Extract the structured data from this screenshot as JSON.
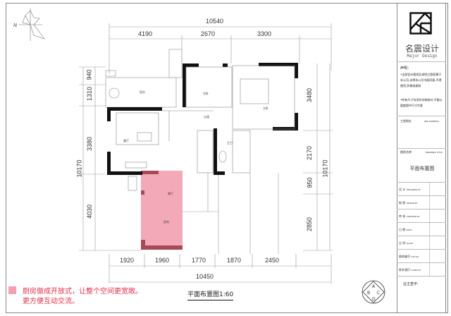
{
  "plan": {
    "dimensions_top": {
      "total": "10540",
      "segments": [
        "4190",
        "2670",
        "3300"
      ]
    },
    "dimensions_bottom": {
      "total": "10450",
      "segments": [
        "1920",
        "1960",
        "1770",
        "1870",
        "2450"
      ]
    },
    "dimensions_left": {
      "total": "10170",
      "segments": [
        "940",
        "1310",
        "3380",
        "4030"
      ]
    },
    "dimensions_right": {
      "total": "10170",
      "segments": [
        "3480",
        "2170",
        "950",
        "2850"
      ]
    },
    "rooms": {
      "balcony": "阳台",
      "second_bedroom": "次卧",
      "master_bedroom": "主卧",
      "corridor": "过道",
      "living_room": "客厅",
      "master_bath": "主卫",
      "dining": "餐厅",
      "kitchen": "厨房"
    },
    "compass_label": "N",
    "title": "平面布置图1:60",
    "highlight_color": "#f2a0b0"
  },
  "legend": {
    "line1": "厨房做成开放式，让整个空间更宽敞。",
    "line2": "更方便互动交流。",
    "swatch_color": "#f2a0b0",
    "text_color": "#e0304a"
  },
  "title_block": {
    "brand_cn": "名震设计",
    "brand_en": "Major Design",
    "statement_title": "声明：",
    "statement_1": "•全部设计图纸及说明之版权属于本公司,未得本公司书面同意,不得使用,抄袭或复制",
    "statement_2": "•所有尺寸均须作实物核对,不能以量度图中尺寸作准",
    "project_address_label": "工程地址",
    "project_address_en": "JOB ADDRESS",
    "drawing_title_label": "图纸名称",
    "drawing_title_en": "DRAWING TITLE",
    "drawing_title": "平面布置图",
    "rows": [
      {
        "label": "设 计",
        "en": "DESIGNED BY"
      },
      {
        "label": "制 图",
        "en": "DRAWN BY"
      },
      {
        "label": "审 核",
        "en": "CHECKED BY"
      },
      {
        "label": "日 期",
        "en": "DATE"
      },
      {
        "label": "比 例",
        "en": "SCALE"
      },
      {
        "label": "图纸编号",
        "en": "DW NO."
      },
      {
        "label": "联系我们",
        "en": "CONTACT"
      }
    ],
    "owner_sign": "业主签字:"
  }
}
